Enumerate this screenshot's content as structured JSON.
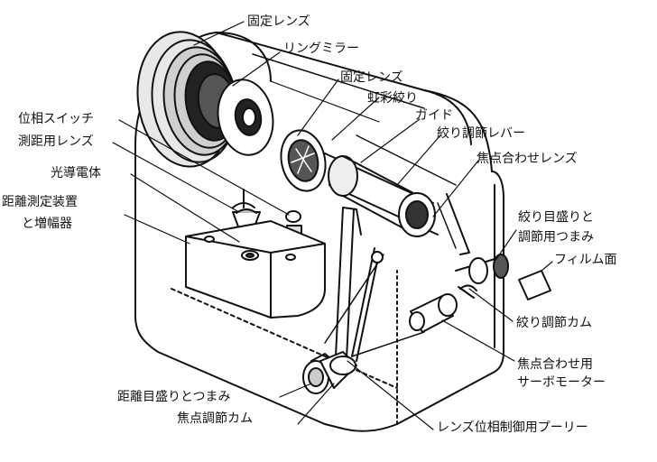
{
  "labels": {
    "fixed_lens_top": "固定レンズ",
    "ring_mirror": "リングミラー",
    "fixed_lens_mid": "固定レンズ",
    "iris": "虹彩絞り",
    "phase_switch": "位相スイッチ",
    "guide": "ガイド",
    "ranging_lens": "測距用レンズ",
    "aperture_lever": "絞り調節レバー",
    "photoconductor": "光導電体",
    "focusing_lens": "焦点合わせレンズ",
    "range_device_line1": "距離測定装置",
    "range_device_line2": "と増幅器",
    "aperture_scale_line1": "絞り目盛りと",
    "aperture_scale_line2": "調節用つまみ",
    "film_plane": "フィルム面",
    "aperture_cam": "絞り調節カム",
    "servo_line1": "焦点合わせ用",
    "servo_line2": "サーボモーター",
    "distance_scale": "距離目盛りとつまみ",
    "focus_cam": "焦点調節カム",
    "phase_pulley": "レンズ位相制御用プーリー"
  }
}
